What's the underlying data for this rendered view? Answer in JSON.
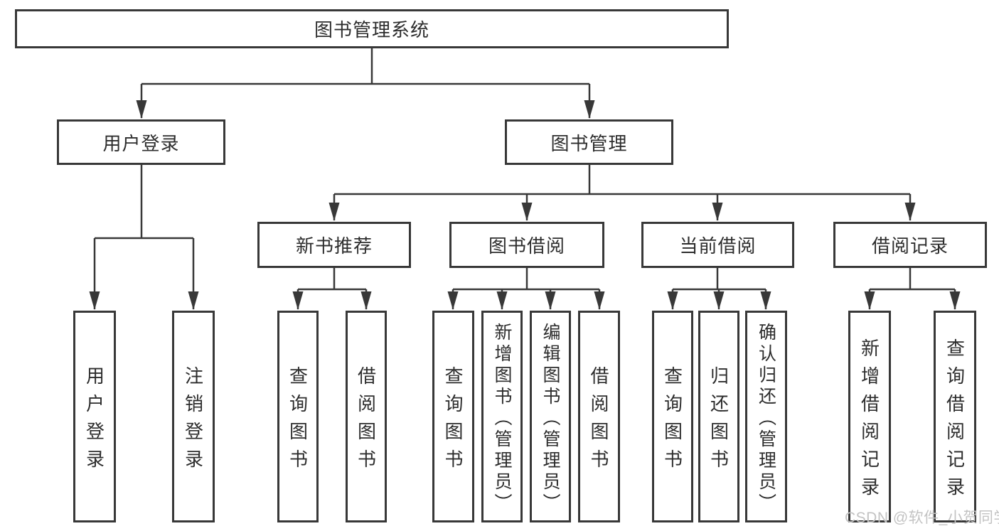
{
  "title": {
    "label": "图书管理系统"
  },
  "user_login": {
    "label": "用户登录",
    "children": [
      {
        "label": "用户登录"
      },
      {
        "label": "注销登录"
      }
    ]
  },
  "book_management": {
    "label": "图书管理",
    "groups": [
      {
        "label": "新书推荐",
        "children": [
          {
            "label": "查询图书"
          },
          {
            "label": "借阅图书"
          }
        ]
      },
      {
        "label": "图书借阅",
        "children": [
          {
            "label": "查询图书"
          },
          {
            "label": "新增图书（管理员）"
          },
          {
            "label": "编辑图书（管理员）"
          },
          {
            "label": "借阅图书"
          }
        ]
      },
      {
        "label": "当前借阅",
        "children": [
          {
            "label": "查询图书"
          },
          {
            "label": "归还图书"
          },
          {
            "label": "确认归还（管理员）"
          }
        ]
      },
      {
        "label": "借阅记录",
        "children": [
          {
            "label": "新增借阅记录"
          },
          {
            "label": "查询借阅记录"
          }
        ]
      }
    ]
  },
  "watermark": {
    "label": "CSDN @软件_小贺同学"
  },
  "colors": {
    "line": "#383838",
    "text": "#2d2d2d",
    "box_background": "#ffffff",
    "page_background": "#ffffff",
    "watermark": "#c3c3c3"
  }
}
